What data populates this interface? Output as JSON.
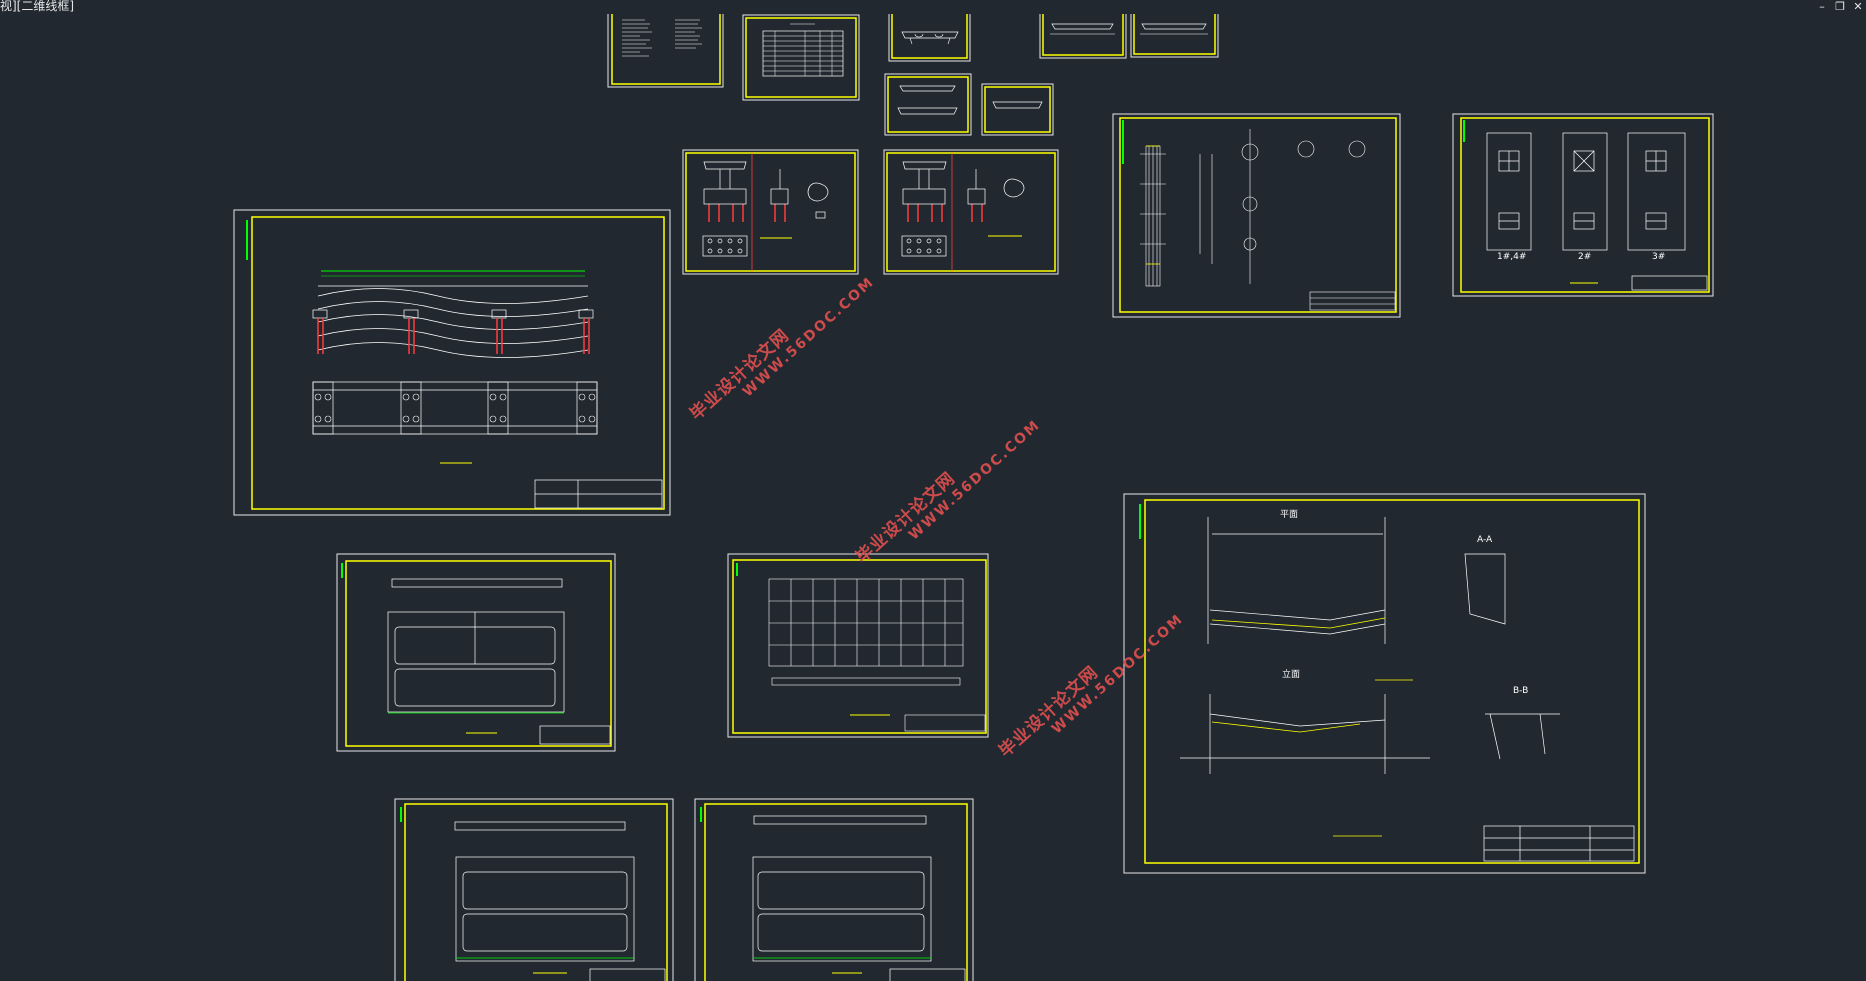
{
  "viewport": {
    "label": "视][二维线框]"
  },
  "window_controls": {
    "minimize": "–",
    "restore": "❐",
    "close": "✕"
  },
  "colors": {
    "background": "#212830",
    "sheet_border": "#e6e6e6",
    "frame": "#ffff00",
    "accent_green": "#00ff00",
    "accent_red": "#ff3b3b",
    "watermark": "#e04f4f"
  },
  "watermarks": [
    {
      "line1": "毕业设计论文网",
      "line2": "WWW.56DOC.COM"
    },
    {
      "line1": "毕业设计论文网",
      "line2": "WWW.56DOC.COM"
    },
    {
      "line1": "毕业设计论文网",
      "line2": "WWW.56DOC.COM"
    }
  ],
  "sheets": {
    "pier_labels": [
      "1#,4#",
      "2#",
      "3#"
    ],
    "detail_labels": [
      "A-A",
      "B-B",
      "平面",
      "立面"
    ]
  }
}
